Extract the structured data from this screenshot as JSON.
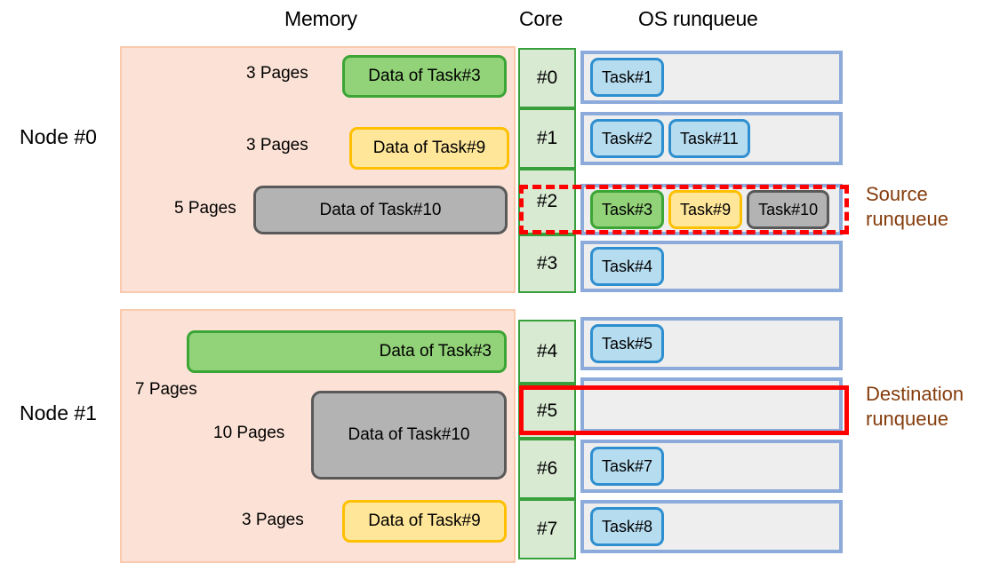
{
  "headers": {
    "memory": "Memory",
    "core": "Core",
    "runqueue": "OS runqueue"
  },
  "nodes": [
    {
      "label": "Node #0",
      "memory_blocks": [
        {
          "pages": "3 Pages",
          "label": "Data of Task#3",
          "color": "green"
        },
        {
          "pages": "3 Pages",
          "label": "Data of Task#9",
          "color": "yellow"
        },
        {
          "pages": "5 Pages",
          "label": "Data of Task#10",
          "color": "gray"
        }
      ],
      "cores": [
        {
          "id": "#0",
          "tasks": [
            {
              "label": "Task#1",
              "color": "blue"
            }
          ]
        },
        {
          "id": "#1",
          "tasks": [
            {
              "label": "Task#2",
              "color": "blue"
            },
            {
              "label": "Task#11",
              "color": "blue"
            }
          ]
        },
        {
          "id": "#2",
          "tasks": [
            {
              "label": "Task#3",
              "color": "green"
            },
            {
              "label": "Task#9",
              "color": "yellow"
            },
            {
              "label": "Task#10",
              "color": "gray"
            }
          ]
        },
        {
          "id": "#3",
          "tasks": [
            {
              "label": "Task#4",
              "color": "blue"
            }
          ]
        }
      ]
    },
    {
      "label": "Node #1",
      "memory_blocks": [
        {
          "pages": "7 Pages",
          "label": "Data of Task#3",
          "color": "green"
        },
        {
          "pages": "10 Pages",
          "label": "Data of Task#10",
          "color": "gray"
        },
        {
          "pages": "3 Pages",
          "label": "Data of Task#9",
          "color": "yellow"
        }
      ],
      "cores": [
        {
          "id": "#4",
          "tasks": [
            {
              "label": "Task#5",
              "color": "blue"
            }
          ]
        },
        {
          "id": "#5",
          "tasks": []
        },
        {
          "id": "#6",
          "tasks": [
            {
              "label": "Task#7",
              "color": "blue"
            }
          ]
        },
        {
          "id": "#7",
          "tasks": [
            {
              "label": "Task#8",
              "color": "blue"
            }
          ]
        }
      ]
    }
  ],
  "callouts": {
    "source_line1": "Source",
    "source_line2": "runqueue",
    "dest_line1": "Destination",
    "dest_line2": "runqueue"
  },
  "colors": {
    "memory_fill": "#fce2d6",
    "memory_border": "#fbcaae",
    "core_fill": "#d9ead3",
    "core_border": "#38a03b",
    "runqueue_fill": "#eeeeee",
    "runqueue_border": "#8cabdb",
    "task_blue_fill": "#b6dcf0",
    "task_blue_border": "#2e8fd0",
    "green_fill": "#92d279",
    "green_border": "#3ba536",
    "yellow_fill": "#ffe699",
    "yellow_border": "#ffc000",
    "gray_fill": "#b3b3b3",
    "gray_border": "#595959",
    "highlight_red": "#ff0000",
    "callout_text": "#843c0c"
  }
}
